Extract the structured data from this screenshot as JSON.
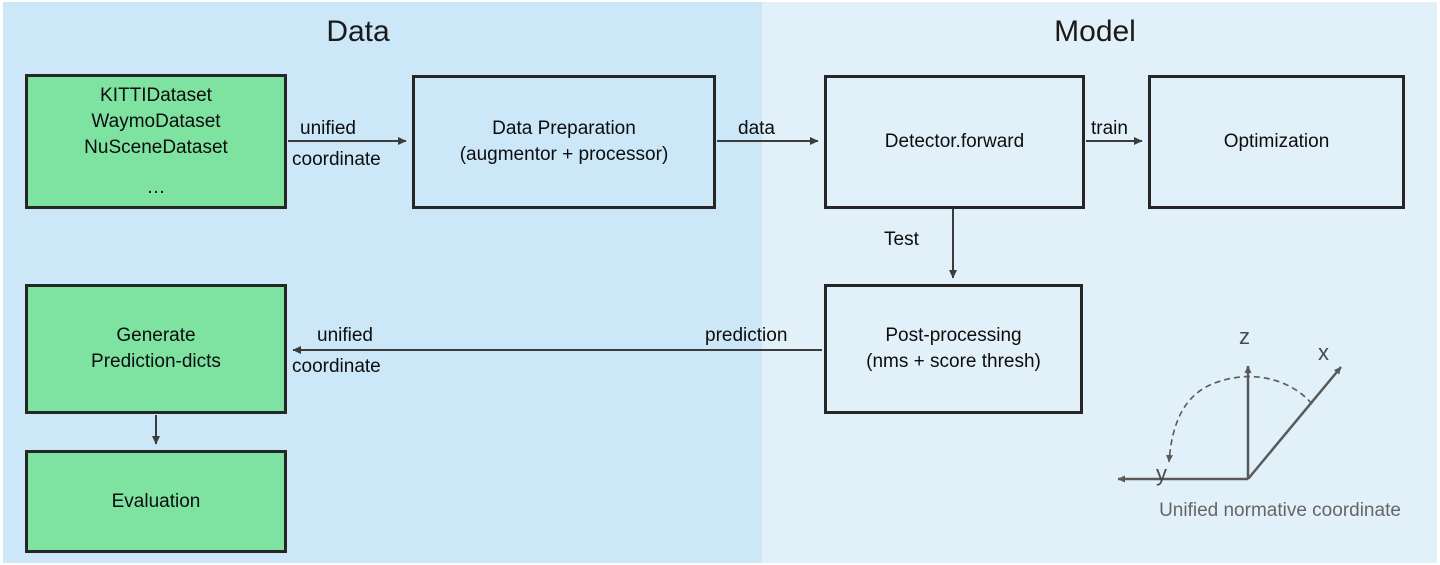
{
  "sections": {
    "data": {
      "title": "Data",
      "bg": "#cbe7f8"
    },
    "model": {
      "title": "Model",
      "bg": "#e2f0fa"
    }
  },
  "palette": {
    "green_box": "#7ee2a1",
    "blue_box": "#cbe7f8",
    "stroke": "#262626",
    "arrow": "#3c3c3c",
    "caption_gray": "#666666"
  },
  "boxes": {
    "datasets": {
      "lines": [
        "KITTIDataset",
        "WaymoDataset",
        "NuSceneDataset",
        "…"
      ]
    },
    "dataprep": {
      "lines": [
        "Data Preparation",
        "(augmentor + processor)"
      ]
    },
    "detector": {
      "lines": [
        "Detector.forward"
      ]
    },
    "optimization": {
      "lines": [
        "Optimization"
      ]
    },
    "postprocessing": {
      "lines": [
        "Post-processing",
        "(nms + score thresh)"
      ]
    },
    "generate_prediction": {
      "lines": [
        "Generate",
        "Prediction-dicts"
      ]
    },
    "evaluation": {
      "lines": [
        "Evaluation"
      ]
    }
  },
  "edges": {
    "unified_1": "unified",
    "coordinate_1": "coordinate",
    "data": "data",
    "train": "train",
    "test": "Test",
    "unified_2": "unified",
    "coordinate_2": "coordinate",
    "prediction": "prediction"
  },
  "coordinate_frame": {
    "axis_z": "z",
    "axis_x": "x",
    "axis_y": "y",
    "caption": "Unified normative coordinate"
  }
}
